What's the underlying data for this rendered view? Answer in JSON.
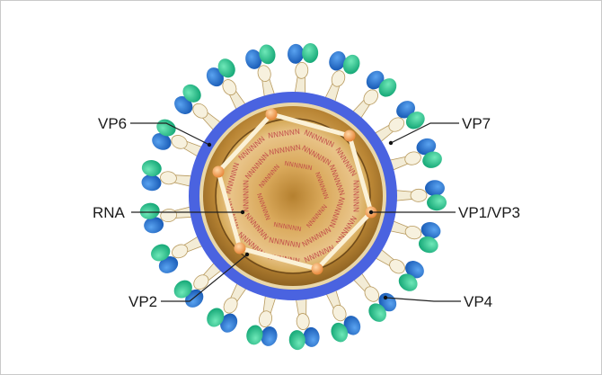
{
  "diagram": {
    "labels": {
      "vp6": "VP6",
      "vp7": "VP7",
      "rna": "RNA",
      "vp1_vp3": "VP1/VP3",
      "vp2": "VP2",
      "vp4": "VP4"
    },
    "spike_count": 21,
    "rna_motif": "NNNNNN",
    "colors": {
      "vp7_layer": "#4a63e0",
      "spike_stalk": "#f3ecd6",
      "spike_green": "#21c08a",
      "spike_blue": "#1f6fd0",
      "core_gold": "#c99a3c",
      "vp1_vp3_node": "#f0a050",
      "rna_red": "#c04a48",
      "leader_line": "#222222"
    }
  }
}
